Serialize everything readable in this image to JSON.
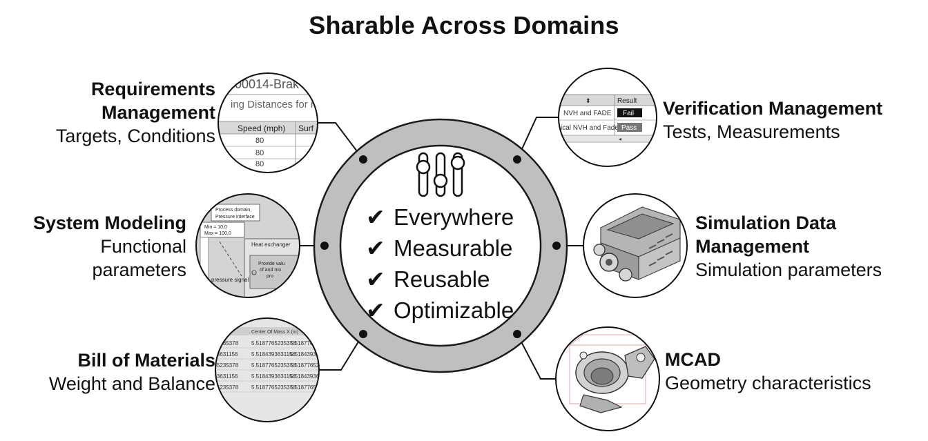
{
  "title": "Sharable Across Domains",
  "center_items": [
    "Everywhere",
    "Measurable",
    "Reusable",
    "Optimizable"
  ],
  "check_glyph": "✔",
  "center_icon": "sliders-icon",
  "domains": {
    "requirements": {
      "heading_line1": "Requirements",
      "heading_line2": "Management",
      "subtitle": "Targets, Conditions",
      "inset": {
        "doc_id": "00014-Brak",
        "doc_title": "ing Distances for n",
        "col1": "Speed (mph)",
        "col2": "Surf",
        "rows": [
          "80",
          "80",
          "80"
        ]
      }
    },
    "system_modeling": {
      "heading": "System Modeling",
      "subtitle_line1": "Functional",
      "subtitle_line2": "parameters",
      "inset": {
        "note_line1": "Process domain,",
        "note_line2": "Pressure interface",
        "min": "Min = 10,0",
        "max": "Max = 100,0",
        "block": "Heat exchanger",
        "provide1": "Provide valu",
        "provide2": "of and mo",
        "provide3": "pro",
        "signal": "pressure signal"
      }
    },
    "bom": {
      "heading": "Bill of Materials",
      "subtitle": "Weight and Balance",
      "inset": {
        "header": "Center Of Mass X (m)",
        "values": [
          "5.5187765235378",
          "5.5184393631156",
          "5.5187765235378",
          "5.5184393631156",
          "5.5187765235378"
        ]
      }
    },
    "verification": {
      "heading": "Verification Management",
      "subtitle": "Tests, Measurements",
      "inset": {
        "col_result": "Result",
        "row1": "NVH and FADE",
        "row1_result": "Fail",
        "row2": "ical NVH and Fade",
        "row2_result": "Pass"
      }
    },
    "simulation": {
      "heading_line1": "Simulation Data",
      "heading_line2": "Management",
      "subtitle": "Simulation parameters"
    },
    "mcad": {
      "heading": "MCAD",
      "subtitle": "Geometry characteristics"
    }
  },
  "colors": {
    "ring": "#bfbfbf",
    "ring_outline": "#1a1a1a",
    "bubble_fill": "#d4d4d4",
    "text": "#111111"
  }
}
